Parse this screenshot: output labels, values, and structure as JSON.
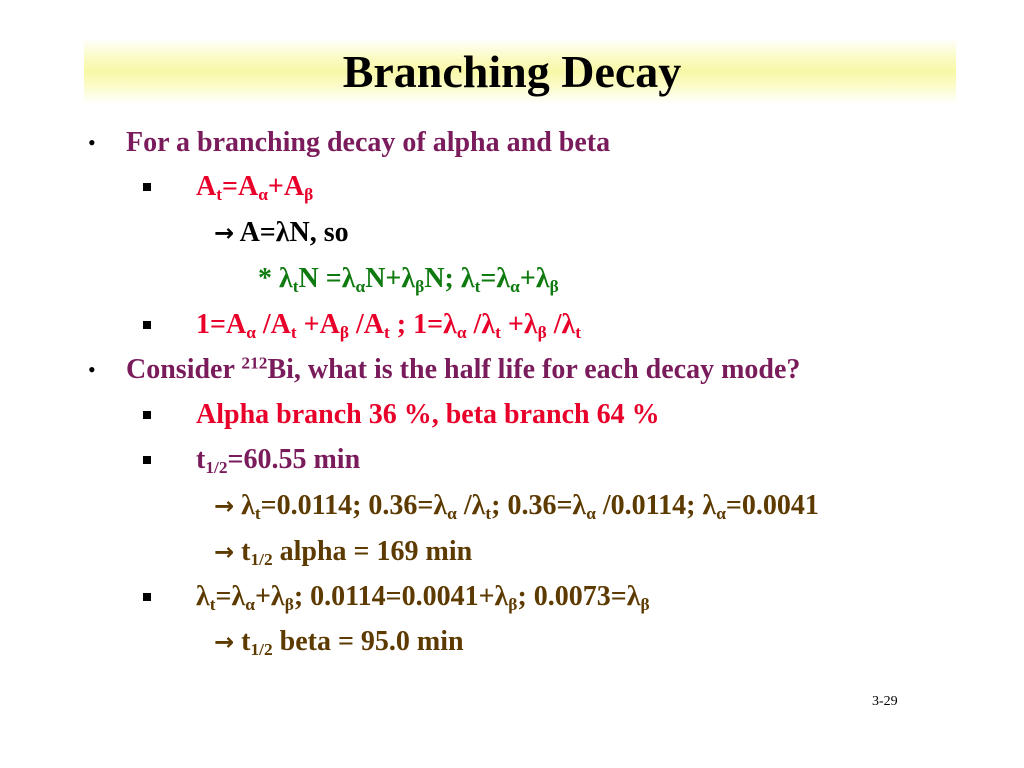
{
  "title": "Branching Decay",
  "bullets": {
    "b1": "For a branching decay of alpha and beta",
    "b2_pre": "Consider ",
    "b2_sup": "212",
    "b2_post": "Bi, what is the half life for each decay mode?"
  },
  "line_at": {
    "a": "A",
    "t": "t",
    "eq": "=A",
    "alpha": "α",
    "plus": "+A",
    "beta": "β"
  },
  "line_anl": {
    "arrow": "→",
    "text": " A=λN, so"
  },
  "line_lambda": {
    "star": "* ",
    "l1": "λ",
    "t1": "t",
    "n1": "N =",
    "l2": "λ",
    "a2": "α",
    "n2": "N+",
    "l3": "λ",
    "b3": "β",
    "n3": "N; ",
    "l4": "λ",
    "t4": "t",
    "eq4": "=",
    "l5": "λ",
    "a5": "α",
    "plus5": "+",
    "l6": "λ",
    "b6": "β"
  },
  "line_ratio": {
    "p1": "1=A",
    "s1": "α",
    "p2": " /A",
    "s2": "t",
    "p3": " +A",
    "s3": "β",
    "p4": " /A",
    "s4": "t",
    "p5": " ; 1=λ",
    "s5": "α",
    "p6": " /λ",
    "s6": "t",
    "p7": " +λ",
    "s7": "β",
    "p8": " /λ",
    "s8": "t"
  },
  "line_branch": "Alpha branch 36 %, beta branch 64 %",
  "line_half": {
    "t": "t",
    "sub": "1/2",
    "rest": "=60.55 min"
  },
  "line_calc": {
    "arrow": "→",
    "p1": " λ",
    "s1": "t",
    "p2": "=0.0114; 0.36=λ",
    "s2": "α",
    "p3": " /λ",
    "s3": "t",
    "p4": "; 0.36=λ",
    "s4": "α",
    "p5": " /0.0114; λ",
    "s5": "α",
    "p6": "=0.0041"
  },
  "line_t_alpha": {
    "arrow": "→",
    "t": " t",
    "sub": "1/2",
    "rest": " alpha = 169 min"
  },
  "line_beta_calc": {
    "p1": "λ",
    "s1": "t",
    "p2": "=λ",
    "s2": "α",
    "p3": "+λ",
    "s3": "β",
    "p4": "; 0.0114=0.0041+λ",
    "s4": "β",
    "p5": "; 0.0073=λ",
    "s5": "β"
  },
  "line_t_beta": {
    "arrow": "→",
    "t": " t",
    "sub": "1/2",
    "rest": " beta = 95.0 min"
  },
  "page_number": "3-29",
  "colors": {
    "purple": "#7a1b5c",
    "red": "#e8002a",
    "green": "#0f7a0f",
    "olive": "#5c3a00",
    "title_band": "#f8f8a8"
  }
}
